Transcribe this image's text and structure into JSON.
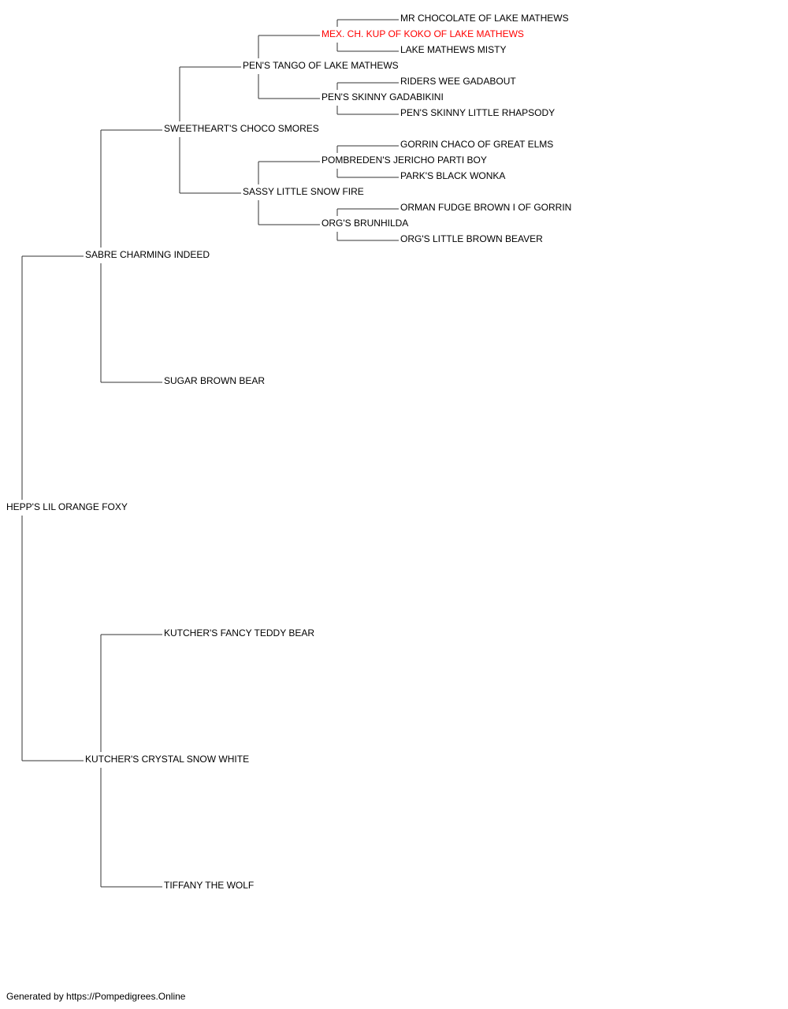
{
  "highlight_color": "#ff0000",
  "pedigree": {
    "subject": {
      "name": "HEPP'S LIL ORANGE FOXY",
      "sire": {
        "name": "SABRE CHARMING INDEED",
        "sire": {
          "name": "SWEETHEART'S CHOCO SMORES",
          "sire": {
            "name": "PEN'S TANGO OF LAKE MATHEWS",
            "sire": {
              "name": "MEX. CH. KUP OF KOKO OF LAKE MATHEWS",
              "highlight": true,
              "sire": {
                "name": "MR CHOCOLATE OF LAKE MATHEWS"
              },
              "dam": {
                "name": "LAKE MATHEWS MISTY"
              }
            },
            "dam": {
              "name": "PEN'S SKINNY GADABIKINI",
              "sire": {
                "name": "RIDERS WEE GADABOUT"
              },
              "dam": {
                "name": "PEN'S SKINNY LITTLE RHAPSODY"
              }
            }
          },
          "dam": {
            "name": "SASSY LITTLE SNOW FIRE",
            "sire": {
              "name": "POMBREDEN'S JERICHO PARTI BOY",
              "sire": {
                "name": "GORRIN CHACO OF GREAT ELMS"
              },
              "dam": {
                "name": "PARK'S BLACK WONKA"
              }
            },
            "dam": {
              "name": "ORG'S BRUNHILDA",
              "sire": {
                "name": "ORMAN FUDGE BROWN I OF GORRIN"
              },
              "dam": {
                "name": "ORG'S LITTLE BROWN BEAVER"
              }
            }
          }
        },
        "dam": {
          "name": "SUGAR BROWN BEAR"
        }
      },
      "dam": {
        "name": "KUTCHER'S CRYSTAL SNOW WHITE",
        "sire": {
          "name": "KUTCHER'S FANCY TEDDY BEAR"
        },
        "dam": {
          "name": "TIFFANY THE WOLF"
        }
      }
    }
  },
  "footer": {
    "text": "Generated by https://Pompedigrees.Online"
  }
}
